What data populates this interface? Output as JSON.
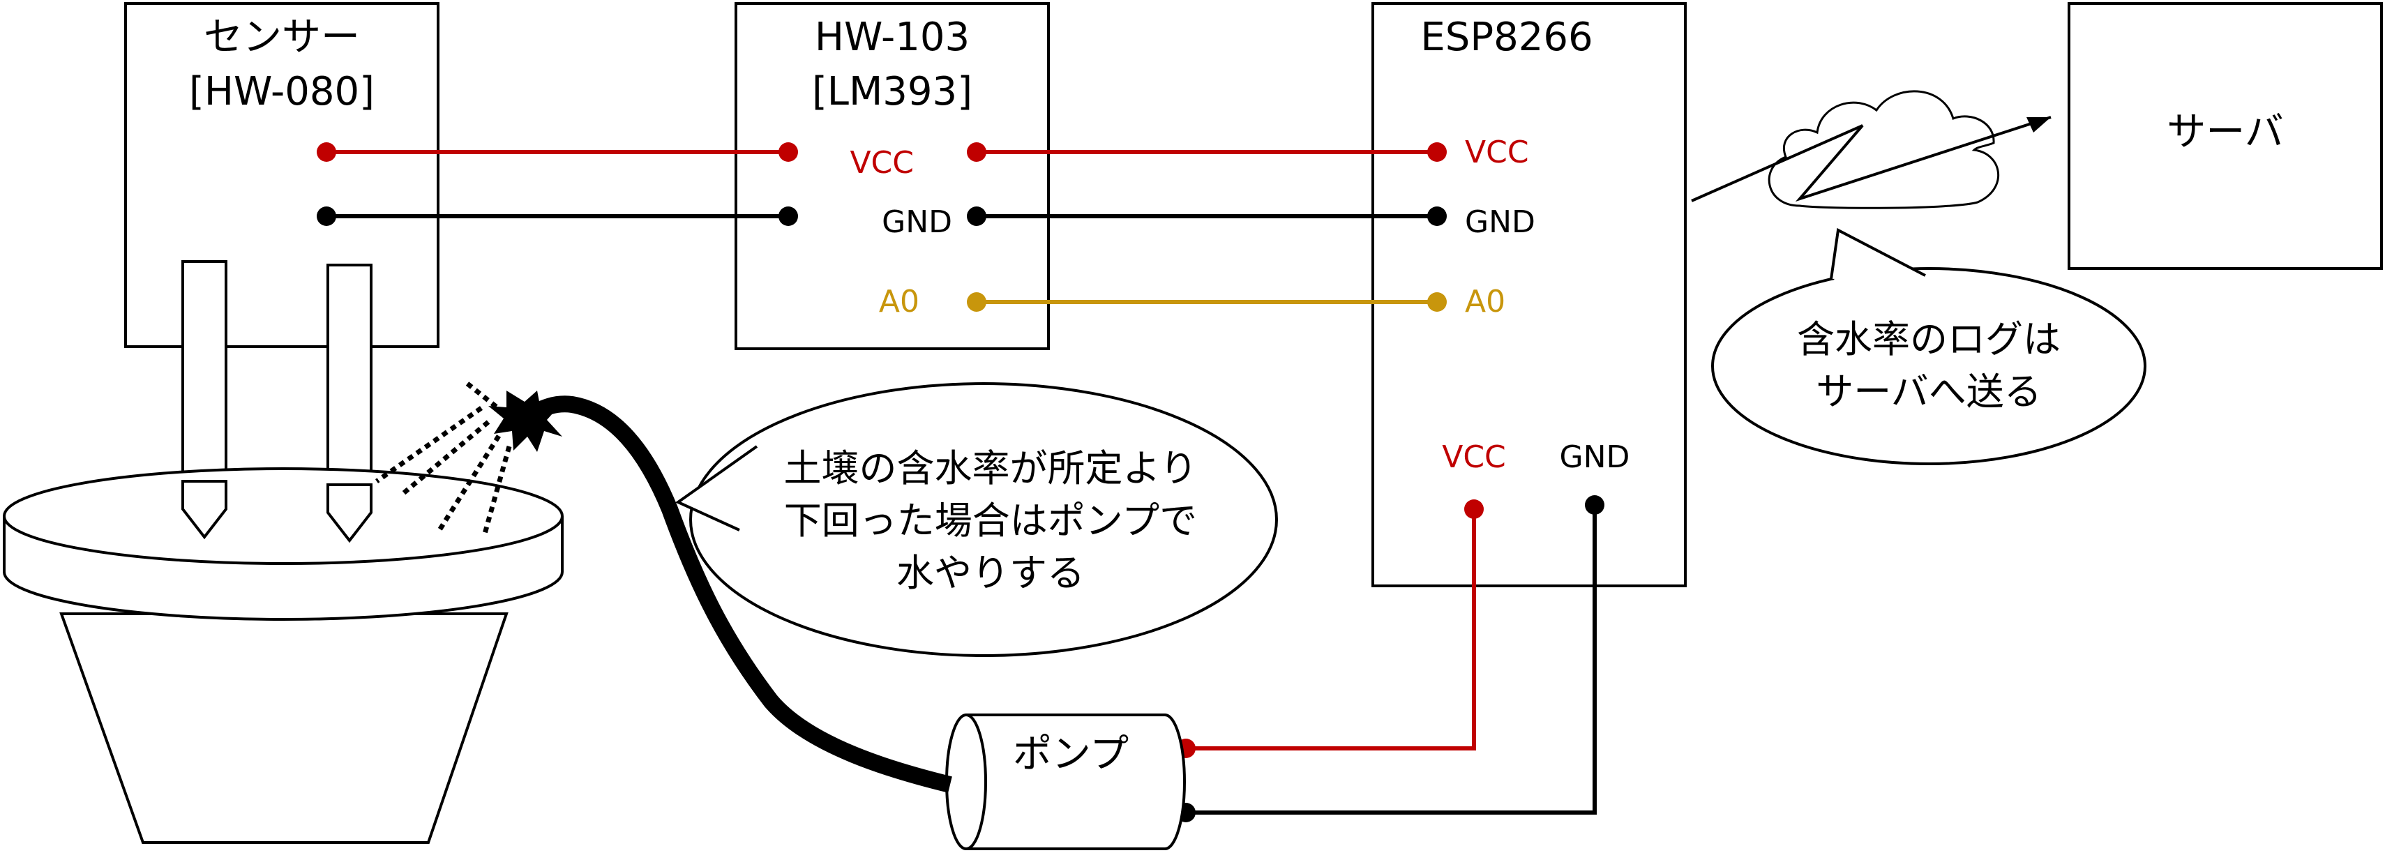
{
  "components": {
    "sensor": {
      "title_line1": "センサー",
      "title_line2": "[HW-080]"
    },
    "module": {
      "title_line1": "HW-103",
      "title_line2": "[LM393]"
    },
    "mcu": {
      "title": "ESP8266"
    },
    "server": {
      "title": "サーバ"
    },
    "pump": {
      "title": "ポンプ"
    }
  },
  "pins": {
    "module_vcc": "VCC",
    "module_gnd": "GND",
    "module_a0": "A0",
    "mcu_vcc": "VCC",
    "mcu_gnd": "GND",
    "mcu_a0": "A0",
    "mcu_bottom_vcc": "VCC",
    "mcu_bottom_gnd": "GND"
  },
  "callouts": {
    "pump_note": {
      "line1": "土壌の含水率が所定より",
      "line2": "下回った場合はポンプで",
      "line3": "水やりする"
    },
    "server_note": {
      "line1": "含水率のログは",
      "line2": "サーバへ送る"
    }
  },
  "colors": {
    "vcc": "#c00000",
    "gnd": "#000000",
    "a0": "#c8960c",
    "stroke": "#000000"
  },
  "icons": {
    "cloud": "cloud-lightning-icon",
    "pot": "plant-pot-icon",
    "spray": "water-spray-icon"
  }
}
